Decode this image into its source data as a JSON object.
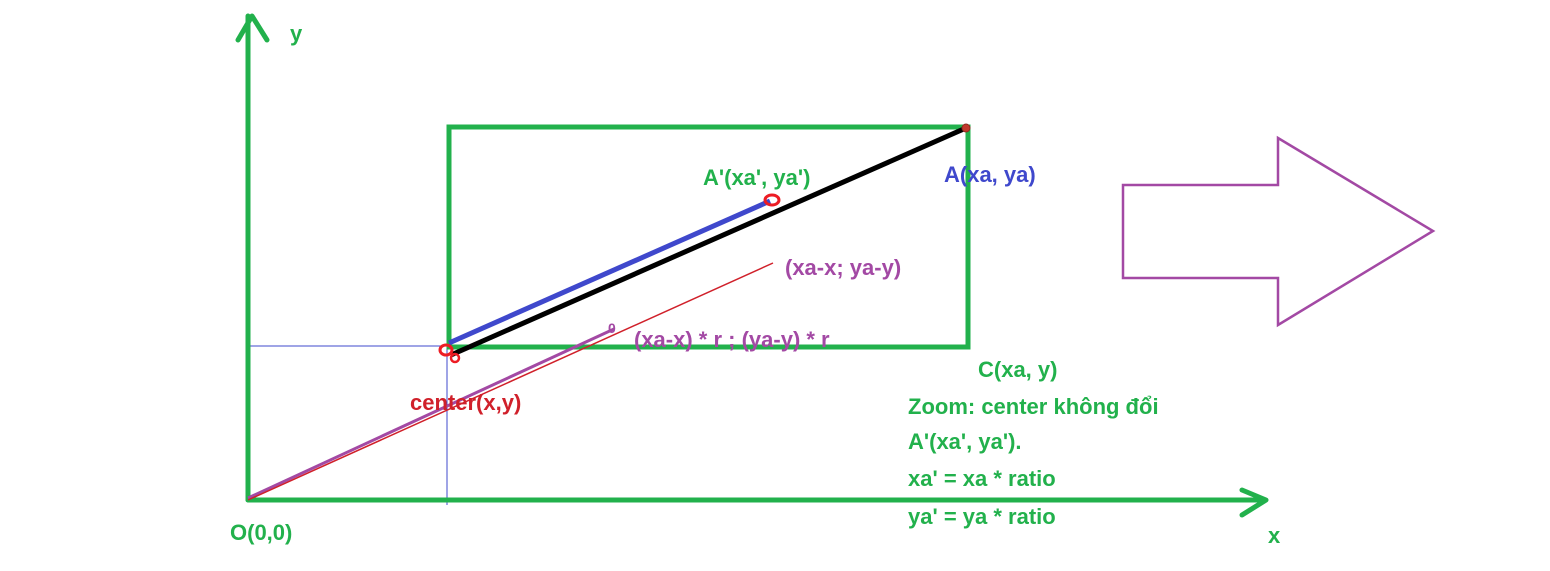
{
  "labels": {
    "y_axis": "y",
    "x_axis": "x",
    "origin": "O(0,0)",
    "a_prime": "A'(xa', ya')",
    "a_point": "A(xa, ya)",
    "diff_vector": "(xa-x; ya-y)",
    "scaled_vector": "(xa-x) * r ; (ya-y) * r",
    "center": "center(x,y)",
    "c_point": "C(xa, y)",
    "small_mark": "0"
  },
  "notes": [
    "Zoom: center không đổi",
    "A'(xa', ya').",
    "xa' = xa * ratio",
    "ya' = ya * ratio"
  ],
  "colors": {
    "axes": "#22b14c",
    "rectangle": "#22b14c",
    "line_center_to_A": "#000000",
    "line_center_to_A_prime": "#3f48cc",
    "vector_diff": "#d0202a",
    "vector_scaled": "#a349a4",
    "guide_lines": "#3f48cc",
    "arrow_outline": "#a349a4",
    "point_marker": "#ed1c24"
  }
}
